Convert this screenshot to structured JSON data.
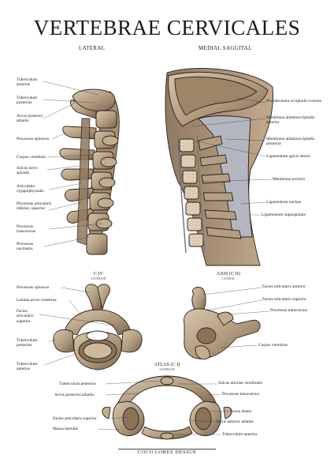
{
  "title": "VERTEBRAE CERVICALES",
  "subtitles": {
    "lateral": "LATERAL",
    "medial": "MEDIAL SAGGITAL"
  },
  "lateral_labels": [
    "Tuberculum anterius",
    "Tuberculum posterius",
    "Arcus posterior atlantis",
    "Processus spinosus",
    "Corpus vertebrae",
    "Sulcus nervi spinalis",
    "Articulatio zygapophysialis",
    "Processus articularis inferior, superior",
    "Processus transversus",
    "Processus uncinatus"
  ],
  "medial_labels": [
    "Protuberantia occipitalis externa",
    "Membrana atlantooccipitalis anterior",
    "Membrana atlantooccipitalis posterior",
    "Ligamentum apicis dentis",
    "Membrana tectoria",
    "Ligamentum nuchae",
    "Ligamentum supraspinale"
  ],
  "c4": {
    "title": "C IV",
    "view": "SUPERIOR",
    "labels": [
      "Processus spinosus",
      "Lamina arcus vertebrae",
      "Facies articularis superior",
      "Tuberculum posterius",
      "Tuberculum anterius"
    ]
  },
  "axis": {
    "title": "AXIS (C II)",
    "view": "LATERAL",
    "labels": [
      "Facies articularis anterior",
      "Facies articularis superior",
      "Processus transversus",
      "Corpus vertebrae"
    ]
  },
  "atlas": {
    "title": "ATLAS (C I)",
    "view": "SUPERIOR",
    "labels_left": [
      "Tuberculum posterius",
      "Arcus posterius atlantis",
      "Facies articularis superior",
      "Massa lateralis"
    ],
    "labels_right": [
      "Sulcus arteriae vertebralis",
      "Processus transversus",
      "Fovea dentis",
      "Arcus anterior atlantis",
      "Tuberculum anterius"
    ]
  },
  "footer": "COCO LORES DESIGN",
  "colors": {
    "bone": "#b49f84",
    "bone_dark": "#6e5a43",
    "bone_light": "#d8c8b0",
    "disc": "#c9b496",
    "ligament": "#a8adb8",
    "skin": "#c9b095",
    "outline": "#2b2118"
  }
}
